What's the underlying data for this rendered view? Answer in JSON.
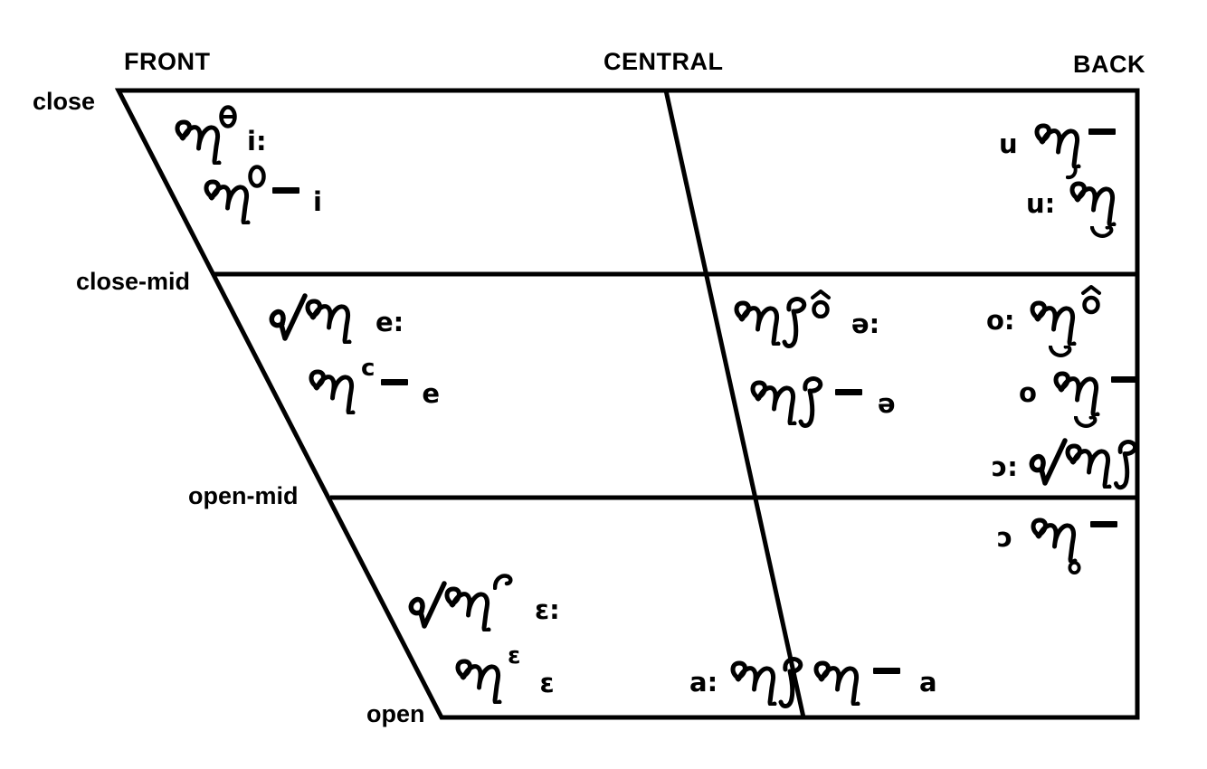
{
  "diagram": {
    "title": "vowel quadrilateral with script notation",
    "colors": {
      "ink": "#000000",
      "background": "#ffffff"
    },
    "axis_labels": {
      "front": "FRONT",
      "central": "CENTRAL",
      "back": "BACK"
    },
    "row_labels": {
      "close": "close",
      "close_mid": "close-mid",
      "open_mid": "open-mid",
      "open": "open"
    },
    "entries": [
      {
        "id": "front-close-long",
        "vowel": "i:",
        "notation": "m-glyph with barred-circle superscript"
      },
      {
        "id": "front-close-short",
        "vowel": "i",
        "notation": "m-glyph with circle superscript + length dash"
      },
      {
        "id": "front-closemid-long",
        "vowel": "e:",
        "notation": "tick glyph + m-glyph"
      },
      {
        "id": "front-closemid-short",
        "vowel": "e",
        "sup": "c",
        "notation": "m-glyph with c superscript + length dash"
      },
      {
        "id": "front-open-long",
        "vowel": "ɛ:",
        "notation": "tick glyph + m-glyph with curl superscript"
      },
      {
        "id": "front-open-short",
        "vowel": "ɛ",
        "sup": "ε",
        "notation": "m-glyph with epsilon superscript"
      },
      {
        "id": "central-mid-long",
        "vowel": "ə:",
        "notation": "m-glyph + tail glyph + circumflex-o"
      },
      {
        "id": "central-mid-short",
        "vowel": "ə",
        "notation": "m-glyph + tail glyph + length dash"
      },
      {
        "id": "central-open-long",
        "vowel": "a:",
        "notation": "m-glyph + tail glyph"
      },
      {
        "id": "central-open-short",
        "vowel": "a",
        "notation": "m-glyph + length dash"
      },
      {
        "id": "back-close-short",
        "vowel": "u",
        "notation": "m-glyph with hook below + length dash"
      },
      {
        "id": "back-close-long",
        "vowel": "u:",
        "notation": "m-glyph with curve below"
      },
      {
        "id": "back-mid-long",
        "vowel": "o:",
        "notation": "m-glyph with curve below + circumflex-o superscript"
      },
      {
        "id": "back-mid-short",
        "vowel": "o",
        "notation": "m-glyph with curve below + length dash"
      },
      {
        "id": "back-openmid-long",
        "vowel": "ɔ:",
        "notation": "tick glyph + m-glyph + tail glyph"
      },
      {
        "id": "back-openmid-short",
        "vowel": "ɔ",
        "notation": "m-glyph with ring below + length dash"
      }
    ]
  }
}
